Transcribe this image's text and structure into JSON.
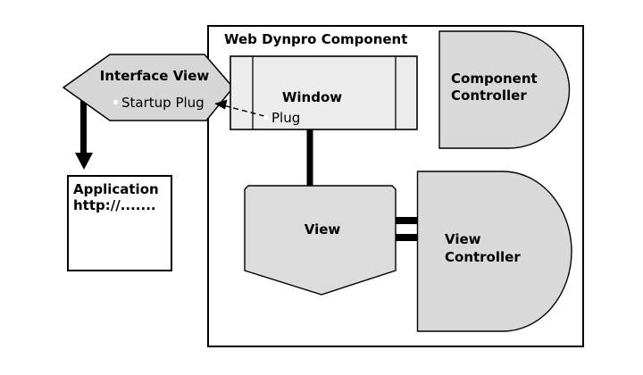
{
  "diagram": {
    "outer_component": {
      "title": "Web Dynpro Component"
    },
    "interface_view": {
      "label": "Interface View",
      "plug_label": "Startup Plug"
    },
    "window": {
      "label": "Window",
      "plug_label": "Plug"
    },
    "application": {
      "line1": "Application",
      "line2": "http://......."
    },
    "component_controller": {
      "line1": "Component",
      "line2": "Controller"
    },
    "view": {
      "label": "View"
    },
    "view_controller": {
      "line1": "View",
      "line2": "Controller"
    }
  },
  "colors": {
    "hexagon_fill": "#d6d6d6",
    "window_fill": "#ececec",
    "view_fill": "#dcdcdc",
    "controller_fill": "#d9d9d9",
    "connector_black": "#000000",
    "box_white": "#ffffff",
    "outline": "#000000"
  }
}
